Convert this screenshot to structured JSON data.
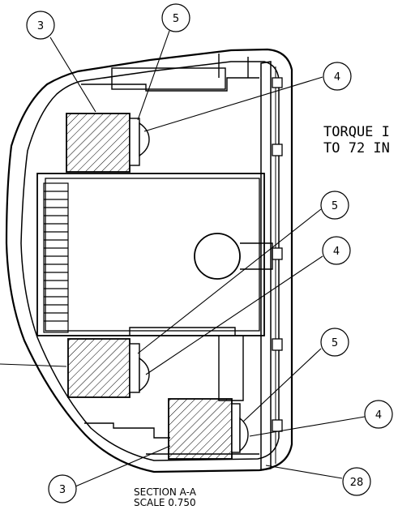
{
  "balloons": {
    "b1": "3",
    "b2": "5",
    "b3": "4",
    "b4": "5",
    "b5": "4",
    "b6": "5",
    "b7": "4",
    "b8": "3",
    "b9": "28"
  },
  "note": {
    "line1": "TORQUE I",
    "line2": "TO 72 IN"
  },
  "caption": {
    "title": "SECTION  A-A",
    "scale": "SCALE  0.750"
  }
}
